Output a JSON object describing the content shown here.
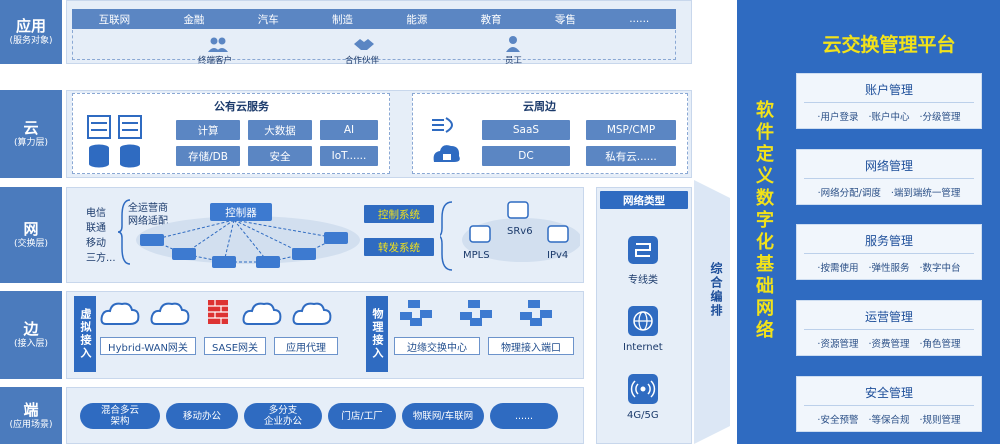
{
  "layers": [
    {
      "title": "应用",
      "sub": "(服务对象)"
    },
    {
      "title": "云",
      "sub": "(算力层)"
    },
    {
      "title": "网",
      "sub": "(交换层)"
    },
    {
      "title": "边",
      "sub": "(接入层)"
    },
    {
      "title": "端",
      "sub": "(应用场景)"
    }
  ],
  "app": {
    "industries": [
      "互联网",
      "金融",
      "汽车",
      "制造",
      "能源",
      "教育",
      "零售",
      "......"
    ],
    "users": [
      "终端客户",
      "合作伙伴",
      "员工"
    ]
  },
  "cloud": {
    "public_title": "公有云服务",
    "public_boxes": [
      "计算",
      "大数据",
      "AI",
      "存储/DB",
      "安全",
      "IoT......"
    ],
    "edge_title": "云周边",
    "edge_boxes": [
      "SaaS",
      "MSP/CMP",
      "DC",
      "私有云......"
    ]
  },
  "net": {
    "carriers": [
      "电信",
      "联通",
      "移动",
      "三方..."
    ],
    "adapt": [
      "全运营商",
      "网络适配"
    ],
    "controller": "控制器",
    "ctrl_system": "控制系统",
    "fwd_system": "转发系统",
    "protocols": [
      "SRv6",
      "MPLS",
      "IPv4"
    ]
  },
  "edge": {
    "virtual_label": "虚拟接入",
    "virtual_boxes": [
      "Hybrid-WAN网关",
      "SASE网关",
      "应用代理"
    ],
    "physical_label": "物理接入",
    "physical_boxes": [
      "边缘交换中心",
      "物理接入端口"
    ]
  },
  "end": {
    "scenes": [
      "混合多云\n架构",
      "移动办公",
      "多分支\n企业办公",
      "门店/工厂",
      "物联网/车联网",
      "......"
    ]
  },
  "nettype": {
    "title": "网络类型",
    "items": [
      "专线类",
      "Internet",
      "4G/5G"
    ]
  },
  "orchestration": "综合编排",
  "sdn_vertical": "软件定义数字化基础网络",
  "platform": {
    "title": "云交换管理平台",
    "cards": [
      {
        "name": "账户管理",
        "items": [
          "用户登录",
          "账户中心",
          "分级管理"
        ]
      },
      {
        "name": "网络管理",
        "items": [
          "网络分配/调度",
          "端到端统一管理"
        ]
      },
      {
        "name": "服务管理",
        "items": [
          "按需使用",
          "弹性服务",
          "数字中台"
        ]
      },
      {
        "name": "运营管理",
        "items": [
          "资源管理",
          "资费管理",
          "角色管理"
        ]
      },
      {
        "name": "安全管理",
        "items": [
          "安全预警",
          "等保合规",
          "规则管理"
        ]
      }
    ]
  },
  "colors": {
    "brand": "#2f6bc1",
    "box": "#5b86c3",
    "panel": "#e6eef8",
    "label": "#4b7bbd",
    "accent": "#f2e21a"
  }
}
